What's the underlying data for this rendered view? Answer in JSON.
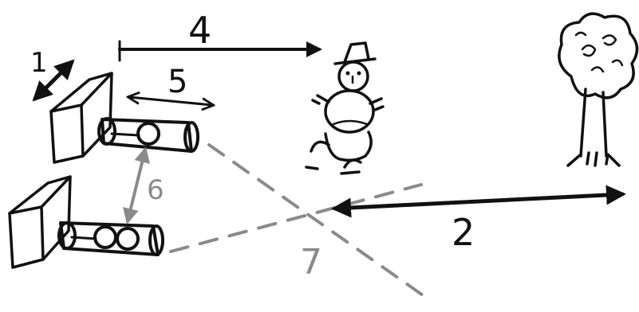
{
  "labels": {
    "top_distance": "4",
    "diag_arrow": "1",
    "camera_length": "5",
    "camera_gap": "6",
    "subject_distance": "2",
    "convergence": "7"
  },
  "colors": {
    "ink": "#111111",
    "grey_ink": "#8a8a8a",
    "background": "#ffffff"
  },
  "icons": [
    "camera-icon",
    "snowman-figure-icon",
    "tree-icon"
  ]
}
